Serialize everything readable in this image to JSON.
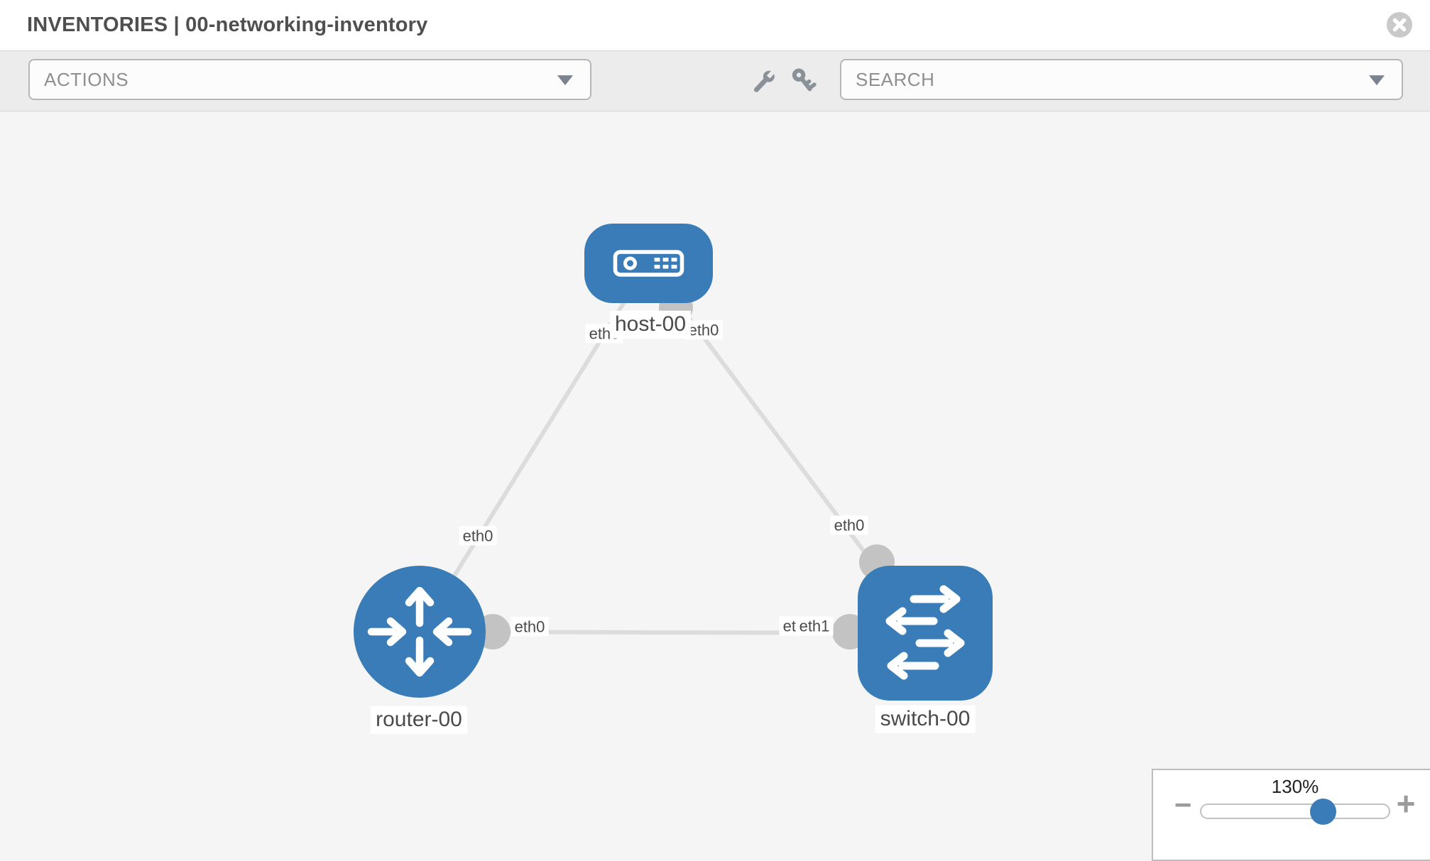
{
  "header": {
    "title": "INVENTORIES | 00-networking-inventory"
  },
  "toolbar": {
    "actions_label": "ACTIONS",
    "search_label": "SEARCH",
    "icons": [
      "wrench-icon",
      "key-icon"
    ]
  },
  "canvas": {
    "nodes": [
      {
        "id": "host-00",
        "type": "host",
        "label": "host-00"
      },
      {
        "id": "router-00",
        "type": "router",
        "label": "router-00"
      },
      {
        "id": "switch-00",
        "type": "switch",
        "label": "switch-00"
      }
    ],
    "links": [
      {
        "from": "host-00",
        "to": "router-00"
      },
      {
        "from": "host-00",
        "to": "switch-00"
      },
      {
        "from": "router-00",
        "to": "switch-00"
      }
    ],
    "interface_labels": [
      {
        "link": "host-router",
        "end": "host",
        "text": "eth0"
      },
      {
        "link": "host-switch",
        "end": "host",
        "text": "eth0"
      },
      {
        "link": "host-router",
        "end": "router",
        "text": "eth0"
      },
      {
        "link": "host-switch",
        "end": "switch",
        "text": "eth0"
      },
      {
        "link": "router-switch",
        "end": "router",
        "text": "eth0"
      },
      {
        "link": "router-switch",
        "end": "switch",
        "text": "eth0"
      },
      {
        "link": "router-switch",
        "end": "switch",
        "text": "eth1"
      }
    ]
  },
  "zoom_control": {
    "level": "130%",
    "minus_label": "−",
    "plus_label": "+"
  },
  "colors": {
    "node_blue": "#3a7cb8",
    "link_gray": "#dcdcdc",
    "bubble_gray": "#c3c3c3"
  }
}
